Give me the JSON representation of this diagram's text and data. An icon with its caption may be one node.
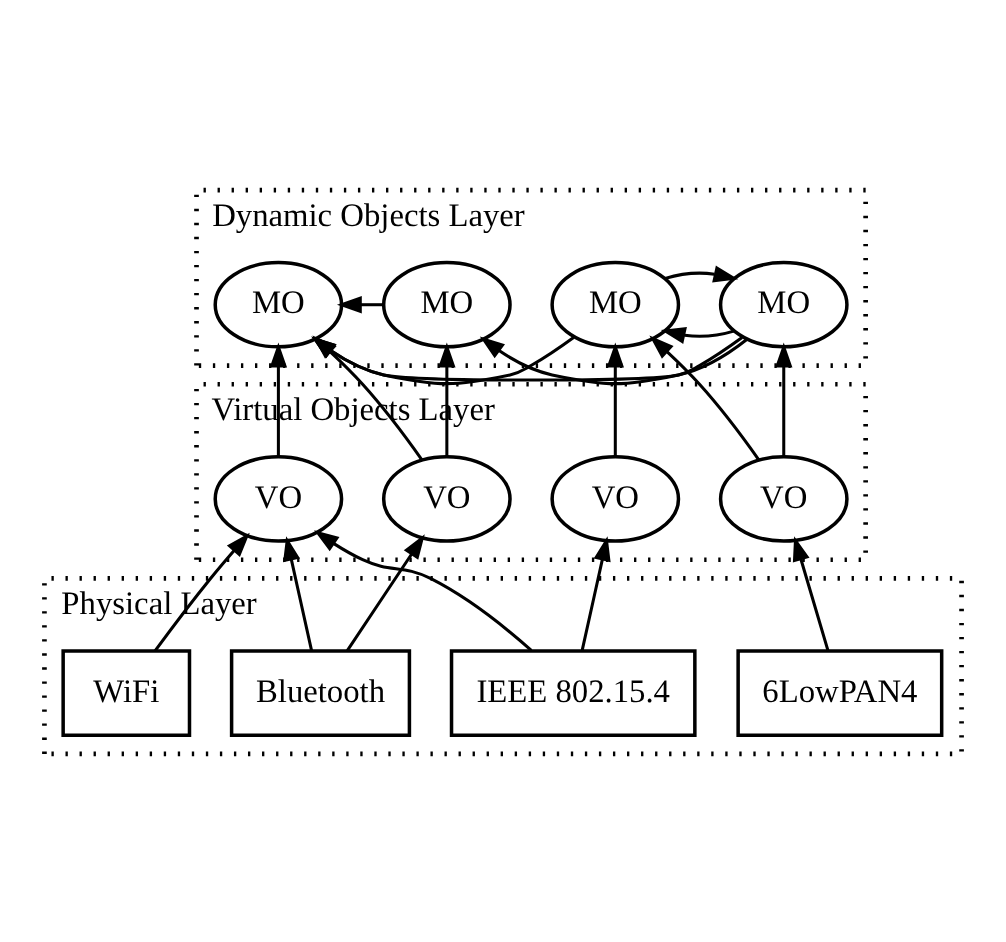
{
  "diagram": {
    "nodes": [
      {
        "text": [
          "Dynamic Objects Layer"
        ]
      },
      {
        "text": [
          "MO"
        ],
        "in": 0
      },
      {
        "text": [
          "MO"
        ],
        "in": 0
      },
      {
        "text": [
          "MO"
        ],
        "in": 0
      },
      {
        "text": [
          "MO"
        ],
        "in": 0
      },
      {
        "text": [
          "Virtual Objects Layer"
        ]
      },
      {
        "text": [
          "VO"
        ],
        "in": 5
      },
      {
        "text": [
          "VO"
        ],
        "in": 5
      },
      {
        "text": [
          "VO"
        ],
        "in": 5
      },
      {
        "text": [
          "VO"
        ],
        "in": 5
      },
      {
        "text": [
          "Physical Layer"
        ]
      },
      {
        "text": [
          "IEEE 802.15.4"
        ],
        "in": 10
      },
      {
        "text": [
          "WiFi"
        ],
        "in": 10
      },
      {
        "text": [
          "6LowPAN4"
        ],
        "in": 10
      },
      {
        "text": [
          "Bluetooth"
        ],
        "in": 10
      }
    ],
    "edges": [
      {
        "from": 1,
        "to": 2,
        "arrow": "to"
      },
      {
        "from": 2,
        "to": 1,
        "arrow": "to"
      },
      {
        "from": 2,
        "to": 3,
        "arrow": "to"
      },
      {
        "from": 2,
        "to": 4,
        "arrow": "to"
      },
      {
        "from": 1,
        "to": 4,
        "arrow": "to"
      },
      {
        "from": 3,
        "to": 4,
        "arrow": "to"
      },
      {
        "from": 6,
        "to": 1,
        "arrow": "to"
      },
      {
        "from": 7,
        "to": 1,
        "arrow": "to"
      },
      {
        "from": 7,
        "to": 2,
        "arrow": "to"
      },
      {
        "from": 8,
        "to": 4,
        "arrow": "to"
      },
      {
        "from": 9,
        "to": 4,
        "arrow": "to"
      },
      {
        "from": 9,
        "to": 3,
        "arrow": "to"
      },
      {
        "from": 11,
        "to": 6,
        "arrow": "to"
      },
      {
        "from": 11,
        "to": 8,
        "arrow": "to"
      },
      {
        "from": 13,
        "to": 7,
        "arrow": "to"
      },
      {
        "from": 12,
        "to": 8,
        "arrow": "to"
      },
      {
        "from": 14,
        "to": 8,
        "arrow": "to"
      },
      {
        "from": 14,
        "to": 9,
        "arrow": "to"
      }
    ]
  }
}
